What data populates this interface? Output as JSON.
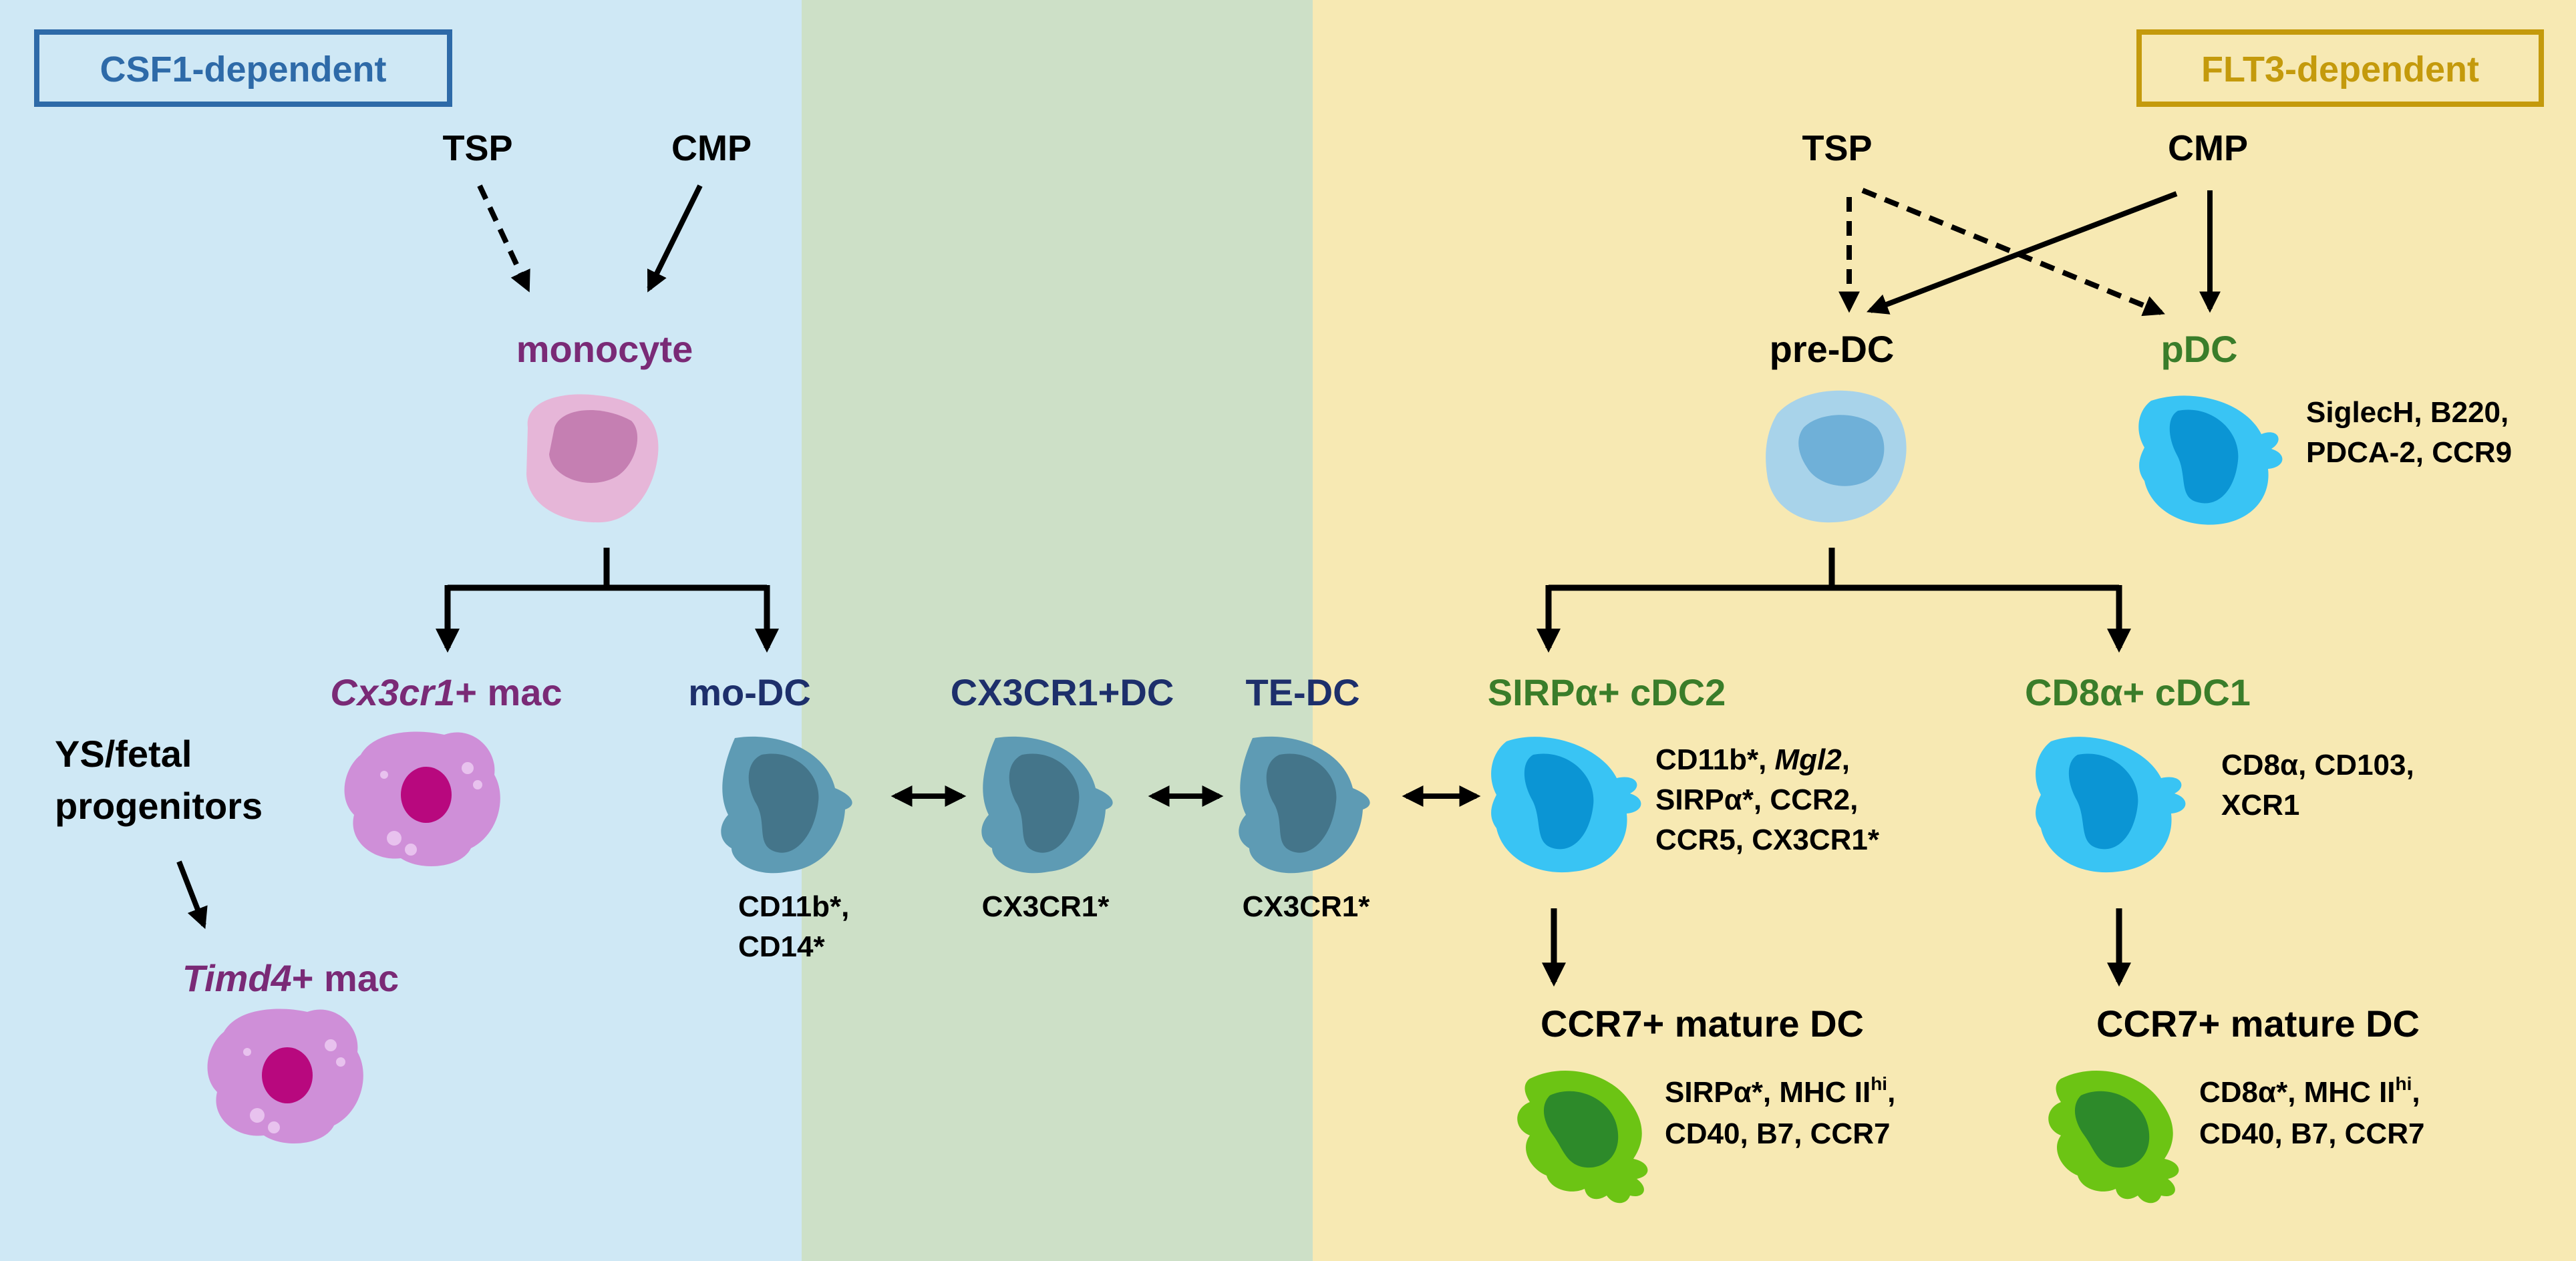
{
  "colors": {
    "csf1_bg": "#cfe8f5",
    "mixed_bg": "#cde0c7",
    "flt3_bg": "#f7e9b3",
    "csf1_accent": "#2e6aa8",
    "flt3_accent": "#c49a0c",
    "monocyte_lineage": "#7a2a76",
    "dc_navy": "#1d2f6b",
    "cdc_green": "#3a7d2a",
    "mac_cell": "#cf8fd8",
    "mac_nucleus": "#b8087e",
    "mono_cell": "#e6b6d8",
    "mono_nucleus": "#c57fb2",
    "modc_cell": "#5e9bb4",
    "modc_nucleus": "#44758a",
    "predc_cell": "#a8d3ea",
    "predc_nucleus": "#6fb0d8",
    "cdc_cell": "#39c4f4",
    "cdc_nucleus": "#0b95d4",
    "mature_cell": "#6cc414",
    "mature_nucleus": "#2d8a2a"
  },
  "regions": {
    "csf1_label": "CSF1-dependent",
    "flt3_label": "FLT3-dependent"
  },
  "left": {
    "tsp": "TSP",
    "cmp": "CMP",
    "monocyte": "monocyte",
    "cx3cr1_mac_italic": "Cx3cr1",
    "cx3cr1_mac_rest": "+ mac",
    "ys_line1": "YS/fetal",
    "ys_line2": "progenitors",
    "timd4_mac_italic": "Timd4",
    "timd4_mac_rest": "+ mac"
  },
  "middle": {
    "modc": "mo-DC",
    "modc_markers_line1": "CD11b*,",
    "modc_markers_line2": "CD14*",
    "cx3cr1_dc": "CX3CR1+DC",
    "cx3cr1_dc_markers": "CX3CR1*",
    "tedc": "TE-DC",
    "tedc_markers": "CX3CR1*"
  },
  "right": {
    "tsp": "TSP",
    "cmp": "CMP",
    "predc": "pre-DC",
    "pdc": "pDC",
    "pdc_markers_line1": "SiglecH, B220,",
    "pdc_markers_line2": "PDCA-2, CCR9",
    "cdc2": "SIRPα+ cDC2",
    "cdc2_markers_line1a": "CD11b*, ",
    "cdc2_markers_line1b": "Mgl2",
    "cdc2_markers_line1c": ",",
    "cdc2_markers_line2": "SIRPα*, CCR2,",
    "cdc2_markers_line3": "CCR5, CX3CR1*",
    "cdc1": "CD8α+ cDC1",
    "cdc1_markers_line1": "CD8α, CD103,",
    "cdc1_markers_line2": "XCR1",
    "mature_dc_left": "CCR7+ mature DC",
    "mature_left_line1a": "SIRPα*, MHC II",
    "mature_left_line1sup": "hi",
    "mature_left_line1b": ",",
    "mature_left_line2": "CD40, B7, CCR7",
    "mature_dc_right": "CCR7+ mature DC",
    "mature_right_line1a": "CD8α*, MHC II",
    "mature_right_line1sup": "hi",
    "mature_right_line1b": ",",
    "mature_right_line2": "CD40, B7, CCR7"
  }
}
